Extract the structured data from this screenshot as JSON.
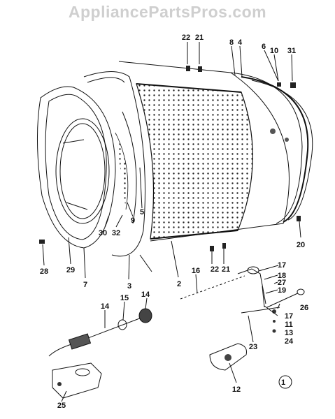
{
  "watermark": "AppliancePartsPros.com",
  "callouts": {
    "c1": "1",
    "c2": "2",
    "c3": "3",
    "c4": "4",
    "c5": "5",
    "c6": "6",
    "c7": "7",
    "c8": "8",
    "c9": "9",
    "c10": "10",
    "c11": "11",
    "c12": "12",
    "c13": "13",
    "c14a": "14",
    "c14b": "14",
    "c15": "15",
    "c16": "16",
    "c17a": "17",
    "c17b": "17",
    "c18": "18",
    "c19": "19",
    "c20": "20",
    "c21a": "21",
    "c21b": "21",
    "c22a": "22",
    "c22b": "22",
    "c23": "23",
    "c24": "24",
    "c25": "25",
    "c26": "26",
    "c27": "27",
    "c28": "28",
    "c29": "29",
    "c30": "30",
    "c31": "31",
    "c32": "32"
  }
}
